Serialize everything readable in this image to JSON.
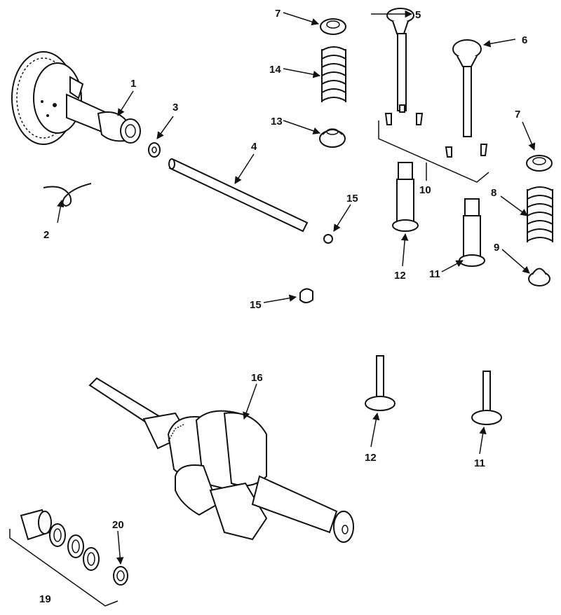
{
  "callouts": {
    "c1": "1",
    "c2": "2",
    "c3": "3",
    "c4": "4",
    "c5": "5",
    "c6": "6",
    "c7a": "7",
    "c7b": "7",
    "c8": "8",
    "c9": "9",
    "c10": "10",
    "c11a": "11",
    "c11b": "11",
    "c12a": "12",
    "c12b": "12",
    "c13": "13",
    "c14": "14",
    "c15a": "15",
    "c15b": "15",
    "c16": "16",
    "c19": "19",
    "c20": "20"
  }
}
